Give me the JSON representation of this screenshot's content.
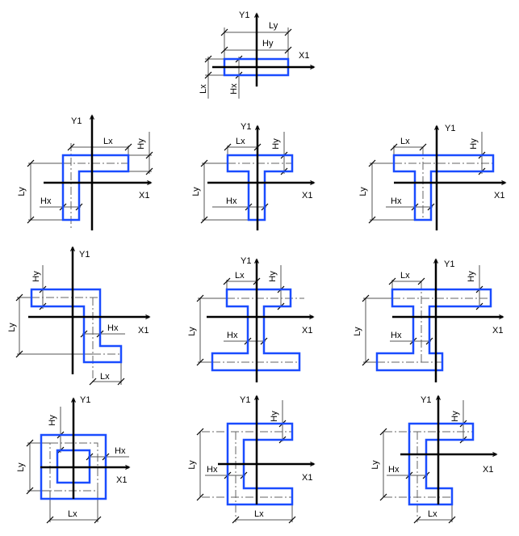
{
  "colors": {
    "section_outline": "#1a4cff",
    "axis": "#000000",
    "dimension": "#555555"
  },
  "panels": [
    {
      "id": "rectangle",
      "y_axis": "Y1",
      "x_axis": "X1",
      "lx": "Lx",
      "ly": "Ly",
      "hx": "Hx",
      "hy": "Hy"
    },
    {
      "id": "angle",
      "y_axis": "Y1",
      "x_axis": "X1",
      "lx": "Lx",
      "ly": "Ly",
      "hx": "Hx",
      "hy": "Hy"
    },
    {
      "id": "tee-symmetric",
      "y_axis": "Y1",
      "x_axis": "X1",
      "lx": "Lx",
      "ly": "Ly",
      "hx": "Hx",
      "hy": "Hy"
    },
    {
      "id": "tee-asymmetric",
      "y_axis": "Y1",
      "x_axis": "X1",
      "lx": "Lx",
      "ly": "Ly",
      "hx": "Hx",
      "hy": "Hy"
    },
    {
      "id": "z-section",
      "y_axis": "Y1",
      "x_axis": "X1",
      "lx": "Lx",
      "ly": "Ly",
      "hx": "Hx",
      "hy": "Hy"
    },
    {
      "id": "i-beam",
      "y_axis": "Y1",
      "x_axis": "X1",
      "lx": "Lx",
      "ly": "Ly",
      "hx": "Hx",
      "hy": "Hy"
    },
    {
      "id": "i-beam-asymmetric",
      "y_axis": "Y1",
      "x_axis": "X1",
      "lx": "Lx",
      "ly": "Ly",
      "hx": "Hx",
      "hy": "Hy"
    },
    {
      "id": "box",
      "y_axis": "Y1",
      "x_axis": "X1",
      "lx": "Lx",
      "ly": "Ly",
      "hx": "Hx",
      "hy": "Hy"
    },
    {
      "id": "channel",
      "y_axis": "Y1",
      "x_axis": "X1",
      "lx": "Lx",
      "ly": "Ly",
      "hx": "Hx",
      "hy": "Hy"
    },
    {
      "id": "channel-asymmetric",
      "y_axis": "Y1",
      "x_axis": "X1",
      "lx": "Lx",
      "ly": "Ly",
      "hx": "Hx",
      "hy": "Hy"
    }
  ]
}
